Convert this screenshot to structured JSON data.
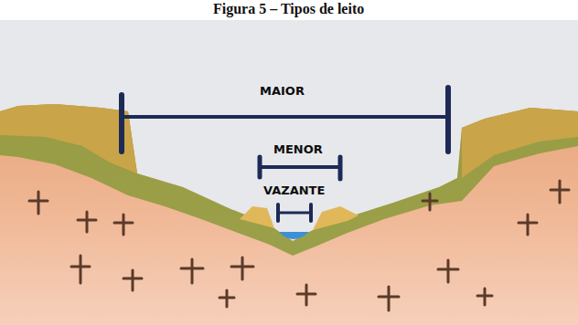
{
  "diagram": {
    "title": "Figura 5 – Tipos de leito",
    "labels": [
      "MAIOR",
      "MENOR",
      "VAZANTE"
    ]
  }
}
